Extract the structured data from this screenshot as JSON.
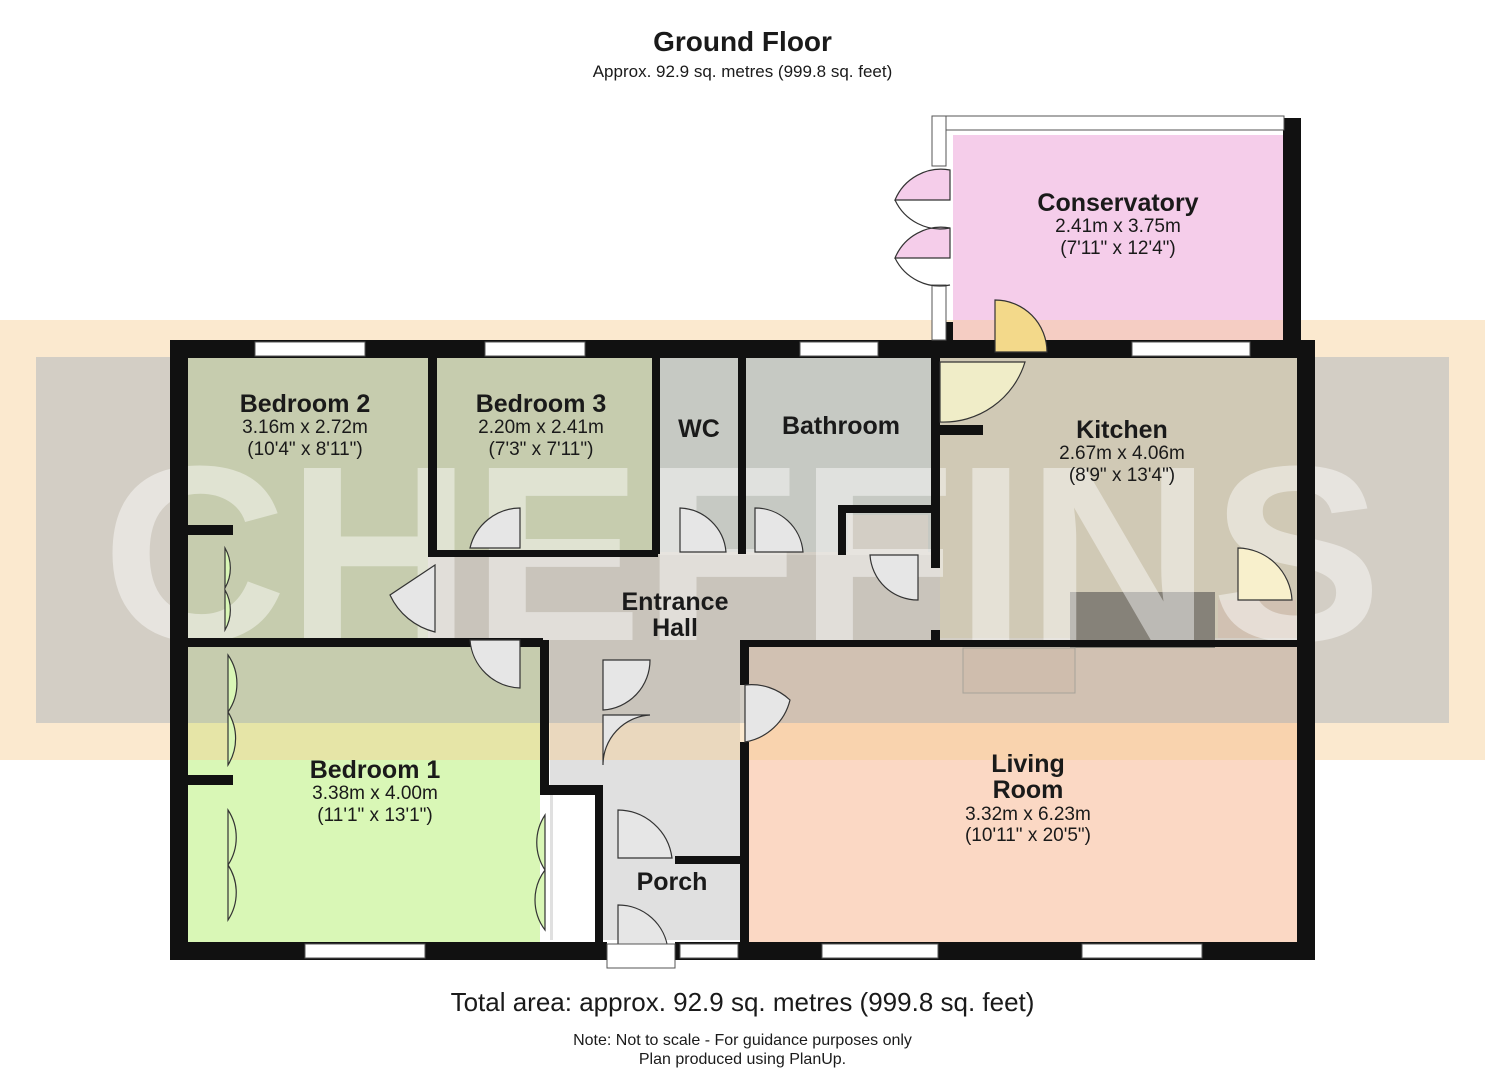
{
  "header": {
    "title": "Ground Floor",
    "subtitle": "Approx. 92.9 sq. metres (999.8 sq. feet)"
  },
  "watermark": {
    "text": "CHEFFINS"
  },
  "colors": {
    "wall": "#111111",
    "bedroom": "#d9f7b6",
    "bathroom": "#d8eefa",
    "conservatory": "#f5cdea",
    "kitchen": "#f8f0cc",
    "living": "#fbd8c4",
    "hall": "#e0e0e0",
    "watermark_band": "#f6cf95",
    "watermark_inner": "#9aa9b7"
  },
  "rooms": {
    "conservatory": {
      "name": "Conservatory",
      "metric": "2.41m x 3.75m",
      "imperial": "(7'11\" x 12'4\")"
    },
    "bedroom2": {
      "name": "Bedroom 2",
      "metric": "3.16m x 2.72m",
      "imperial": "(10'4\" x 8'11\")"
    },
    "bedroom3": {
      "name": "Bedroom 3",
      "metric": "2.20m x 2.41m",
      "imperial": "(7'3\" x 7'11\")"
    },
    "wc": {
      "name": "WC"
    },
    "bathroom": {
      "name": "Bathroom"
    },
    "kitchen": {
      "name": "Kitchen",
      "metric": "2.67m x 4.06m",
      "imperial": "(8'9\" x 13'4\")"
    },
    "entrance_hall": {
      "name_line1": "Entrance",
      "name_line2": "Hall"
    },
    "bedroom1": {
      "name": "Bedroom 1",
      "metric": "3.38m x 4.00m",
      "imperial": "(11'1\" x 13'1\")"
    },
    "living_room": {
      "name_line1": "Living",
      "name_line2": "Room",
      "metric": "3.32m x 6.23m",
      "imperial": "(10'11\" x 20'5\")"
    },
    "porch": {
      "name": "Porch"
    }
  },
  "footer": {
    "total": "Total area: approx. 92.9 sq. metres (999.8 sq. feet)",
    "note_line1": "Note: Not to scale - For guidance purposes only",
    "note_line2": "Plan produced using PlanUp."
  }
}
